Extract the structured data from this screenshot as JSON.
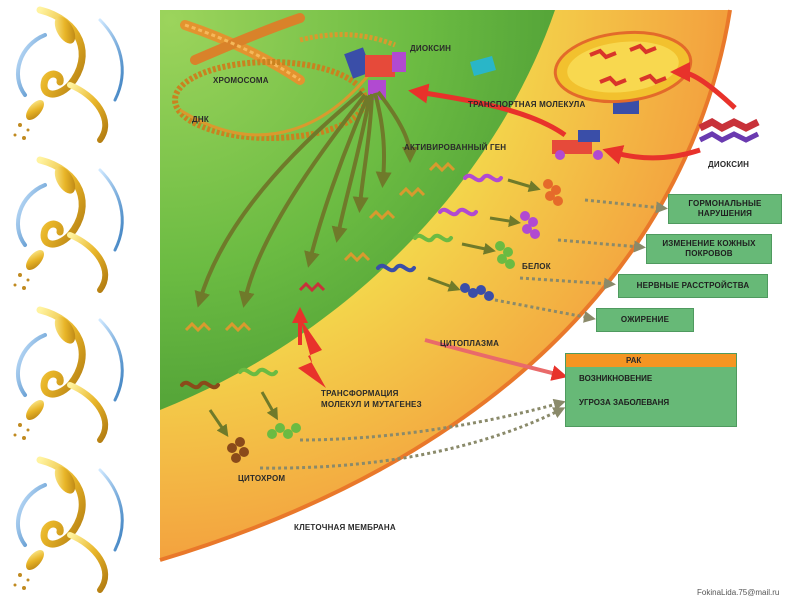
{
  "labels": {
    "chromosome": "ХРОМОСОМА",
    "dna": "ДНК",
    "dioxin_top": "ДИОКСИН",
    "transport_molecule": "ТРАНСПОРТНАЯ МОЛЕКУЛА",
    "activated_gene": "АКТИВИРОВАННЫЙ ГЕН",
    "dioxin_right": "ДИОКСИН",
    "protein": "БЕЛОК",
    "cytoplasm": "ЦИТОПЛАЗМА",
    "transformation": "ТРАНСФОРМАЦИЯ\nМОЛЕКУЛ И МУТАГЕНЕЗ",
    "cytochrome": "ЦИТОХРОМ",
    "cell_membrane": "КЛЕТОЧНАЯ МЕМБРАНА"
  },
  "effects": [
    "ГОРМОНАЛЬНЫЕ НАРУШЕНИЯ",
    "ИЗМЕНЕНИЕ КОЖНЫХ ПОКРОВОВ",
    "НЕРВНЫЕ РАССТРОЙСТВА",
    "ОЖИРЕНИЕ"
  ],
  "cancer": {
    "title": "РАК",
    "items": [
      "ВОЗНИКНОВЕНИЕ",
      "УГРОЗА ЗАБОЛЕВАНЯ"
    ]
  },
  "footer": {
    "email": "FokinaLida.75@mail.ru"
  },
  "colors": {
    "nucleus_green": "#5fb33f",
    "cytoplasm_yellow": "#f3d54b",
    "membrane_orange": "#f08a2b",
    "effect_box": "#67b977",
    "cancer_header": "#f59522",
    "arrow_red": "#e8322b",
    "ornament_gold": "#e8b528",
    "ornament_blue": "#4a90c8"
  }
}
